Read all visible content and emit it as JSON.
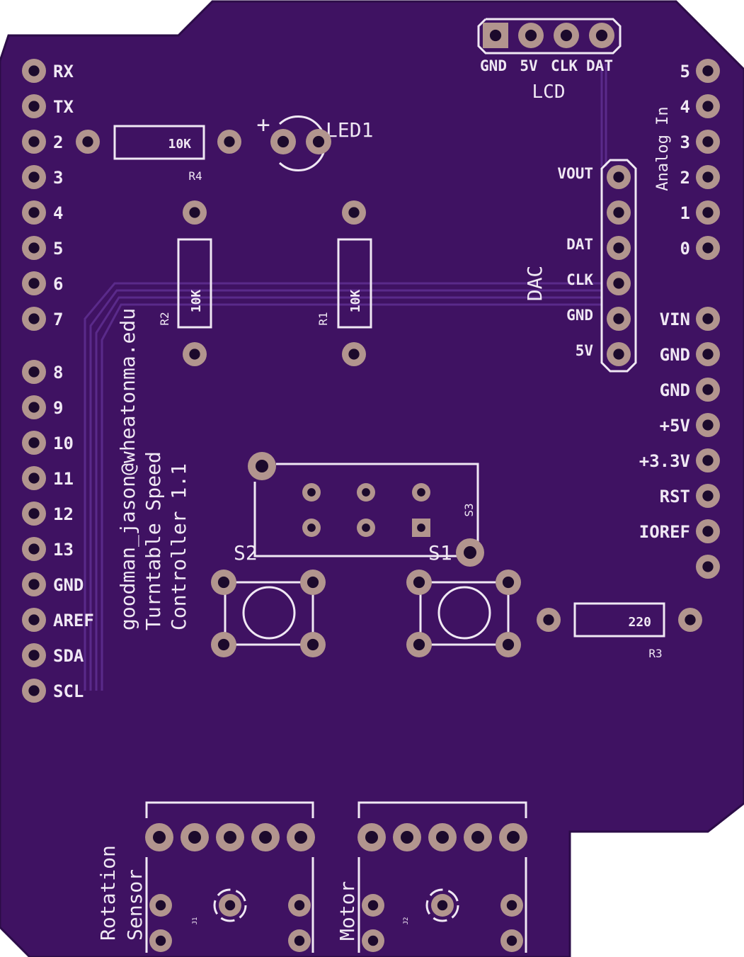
{
  "colors": {
    "board": "#3f1262",
    "edge": "#2c0c48",
    "silk": "#f0e8f4",
    "pad": "#b2958e",
    "hole": "#1c0a2c",
    "trace": "#5a2a8a"
  },
  "left_header": [
    "RX",
    "TX",
    "2",
    "3",
    "4",
    "5",
    "6",
    "7",
    "8",
    "9",
    "10",
    "11",
    "12",
    "13",
    "GND",
    "AREF",
    "SDA",
    "SCL"
  ],
  "right_analog": {
    "title": "Analog In",
    "pins": [
      "5",
      "4",
      "3",
      "2",
      "1",
      "0"
    ]
  },
  "right_power": [
    "VIN",
    "GND",
    "GND",
    "+5V",
    "+3.3V",
    "RST",
    "IOREF"
  ],
  "lcd": {
    "title": "LCD",
    "pins": [
      "GND",
      "5V",
      "CLK",
      "DAT"
    ]
  },
  "dac": {
    "title": "DAC",
    "pins": [
      "VOUT",
      "",
      "DAT",
      "CLK",
      "GND",
      "5V"
    ]
  },
  "resistors": {
    "r4": {
      "name": "R4",
      "value": "10K"
    },
    "r2": {
      "name": "R2",
      "value": "10K"
    },
    "r1": {
      "name": "R1",
      "value": "10K"
    },
    "r3": {
      "name": "R3",
      "value": "220"
    }
  },
  "led": {
    "name": "LED1",
    "polarity": "+"
  },
  "switches": {
    "s1": "S1",
    "s2": "S2",
    "s3": "S3"
  },
  "credits": [
    "goodman_jason@wheatonma.edu",
    "Turntable Speed",
    "Controller 1.1"
  ],
  "connectors": {
    "j1": {
      "name": "J1",
      "label": [
        "Rotation",
        "Sensor"
      ]
    },
    "j2": {
      "name": "J2",
      "label": [
        "Motor"
      ]
    }
  }
}
